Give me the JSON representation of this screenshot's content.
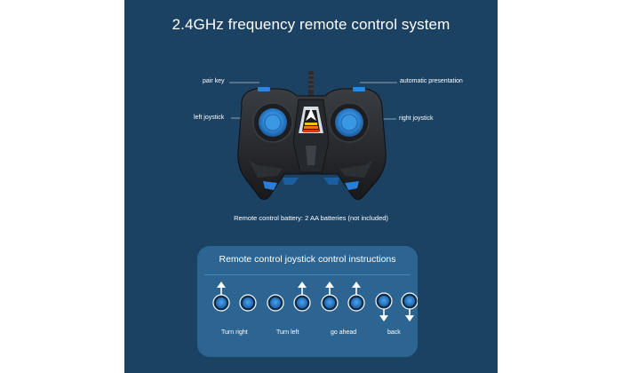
{
  "headline": "2.4GHz frequency remote control system",
  "callouts": {
    "pair_key": "pair key",
    "automatic_presentation": "automatic presentation",
    "left_joystick": "left joystick",
    "right_joystick": "right joystick"
  },
  "battery_note": "Remote control battery: 2 AA batteries (not included)",
  "instructions": {
    "title": "Remote control joystick control instructions",
    "labels": [
      "Turn right",
      "Turn left",
      "go ahead",
      "back"
    ]
  },
  "colors": {
    "panel": "#1c4263",
    "instruction_box": "#2c6591",
    "joystick": "#2e86d6",
    "accent_orange": "#e37a1d"
  }
}
